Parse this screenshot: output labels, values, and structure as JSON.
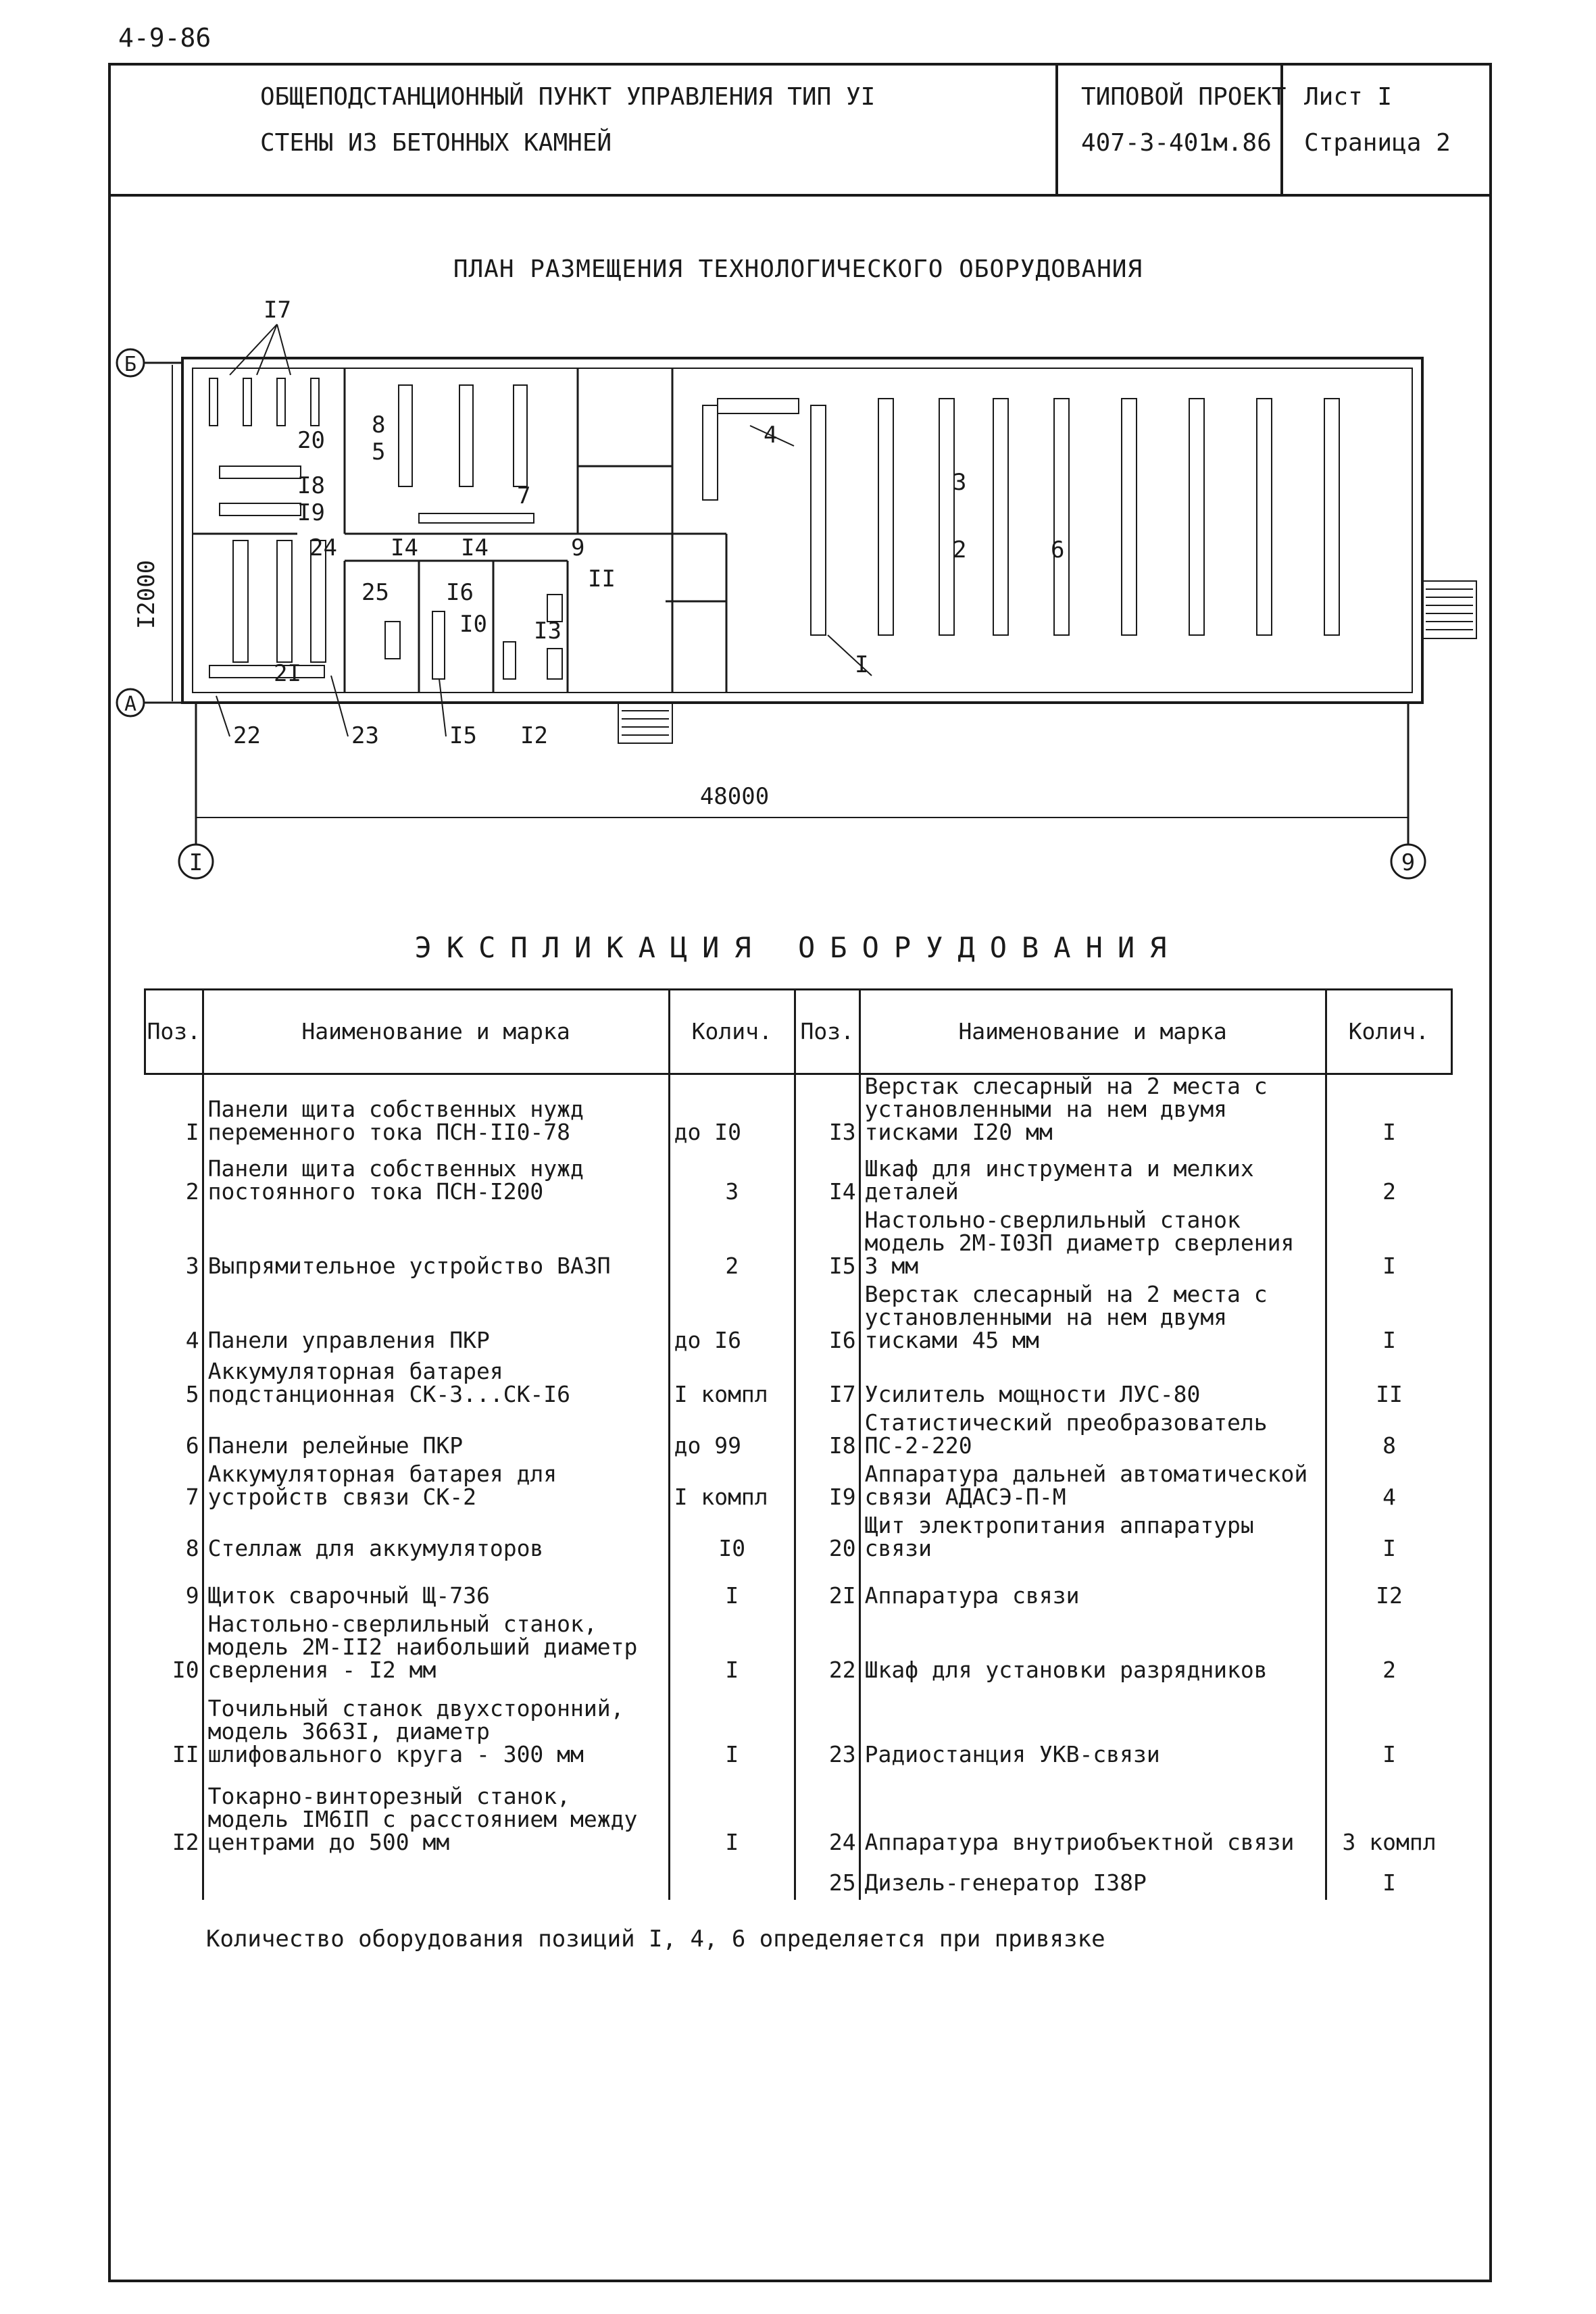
{
  "sheet_code": "4-9-86",
  "stamp": {
    "title_line1": "ОБЩЕПОДСТАНЦИОННЫЙ ПУНКТ УПРАВЛЕНИЯ  ТИП  УI",
    "title_line2": "СТЕНЫ ИЗ БЕТОННЫХ КАМНЕЙ",
    "project_label": "ТИПОВОЙ ПРОЕКТ",
    "project_code": "407-3-401м.86",
    "sheet_label": "Лист  I",
    "page_label": "Страница 2"
  },
  "plan": {
    "title": "ПЛАН РАЗМЕЩЕНИЯ ТЕХНОЛОГИЧЕСКОГО ОБОРУДОВАНИЯ",
    "axis_b": "Б",
    "axis_a": "А",
    "axis_1": "I",
    "axis_9": "9",
    "width_dim": "48000",
    "height_dim": "I2000",
    "callouts": [
      "I7",
      "20",
      "8",
      "5",
      "I8",
      "I9",
      "7",
      "24",
      "I4",
      "I4",
      "9",
      "II",
      "25",
      "I6",
      "I0",
      "I3",
      "2I",
      "22",
      "23",
      "I5",
      "I2",
      "4",
      "3",
      "2",
      "6",
      "I"
    ]
  },
  "explication": {
    "title": "ЭКСПЛИКАЦИЯ  ОБОРУДОВАНИЯ",
    "headers": {
      "pos": "Поз.",
      "name": "Наименование и марка",
      "qty": "Колич."
    },
    "left": [
      {
        "pos": "I",
        "name": "Панели щита собственных нужд переменного тока ПСН-II0-78",
        "qty": "до I0"
      },
      {
        "pos": "2",
        "name": "Панели щита собственных нужд постоянного тока ПСН-I200",
        "qty": "3"
      },
      {
        "pos": "3",
        "name": "Выпрямительное устройство ВАЗП",
        "qty": "2"
      },
      {
        "pos": "4",
        "name": "Панели управления ПКР",
        "qty": "до I6"
      },
      {
        "pos": "5",
        "name": "Аккумуляторная батарея подстанционная СК-3...СК-I6",
        "qty": "I компл"
      },
      {
        "pos": "6",
        "name": "Панели релейные ПКР",
        "qty": "до 99"
      },
      {
        "pos": "7",
        "name": "Аккумуляторная батарея для устройств связи СК-2",
        "qty": "I компл"
      },
      {
        "pos": "8",
        "name": "Стеллаж для аккумуляторов",
        "qty": "I0"
      },
      {
        "pos": "9",
        "name": "Щиток сварочный Щ-736",
        "qty": "I"
      },
      {
        "pos": "I0",
        "name": "Настольно-сверлильный станок, модель 2М-II2 наибольший диаметр сверления - I2 мм",
        "qty": "I"
      },
      {
        "pos": "II",
        "name": "Точильный станок двухсторонний, модель 3663I, диаметр шлифовального круга - 300 мм",
        "qty": "I"
      },
      {
        "pos": "I2",
        "name": "Токарно-винторезный станок, модель IМ6IП с расстоянием между центрами до 500 мм",
        "qty": "I"
      }
    ],
    "right": [
      {
        "pos": "I3",
        "name": "Верстак слесарный на 2 места с установленными на нем двумя тисками I20 мм",
        "qty": "I"
      },
      {
        "pos": "I4",
        "name": "Шкаф для инструмента и мелких деталей",
        "qty": "2"
      },
      {
        "pos": "I5",
        "name": "Настольно-сверлильный станок модель 2М-I03П диаметр сверления 3 мм",
        "qty": "I"
      },
      {
        "pos": "I6",
        "name": "Верстак слесарный на 2 места с установленными на нем двумя тисками 45 мм",
        "qty": "I"
      },
      {
        "pos": "I7",
        "name": "Усилитель мощности ЛУС-80",
        "qty": "II"
      },
      {
        "pos": "I8",
        "name": "Статистический преобразователь ПС-2-220",
        "qty": "8"
      },
      {
        "pos": "I9",
        "name": "Аппаратура дальней автоматической связи АДАСЭ-П-М",
        "qty": "4"
      },
      {
        "pos": "20",
        "name": "Щит электропитания аппаратуры связи",
        "qty": "I"
      },
      {
        "pos": "2I",
        "name": "Аппаратура связи",
        "qty": "I2"
      },
      {
        "pos": "22",
        "name": "Шкаф для установки разрядников",
        "qty": "2"
      },
      {
        "pos": "23",
        "name": "Радиостанция УКВ-связи",
        "qty": "I"
      },
      {
        "pos": "24",
        "name": "Аппаратура внутриобъектной связи",
        "qty": "3 компл"
      },
      {
        "pos": "25",
        "name": "Дизель-генератор I38Р",
        "qty": "I"
      }
    ]
  },
  "note": "Количество оборудования позиций I, 4, 6 определяется при привязке"
}
